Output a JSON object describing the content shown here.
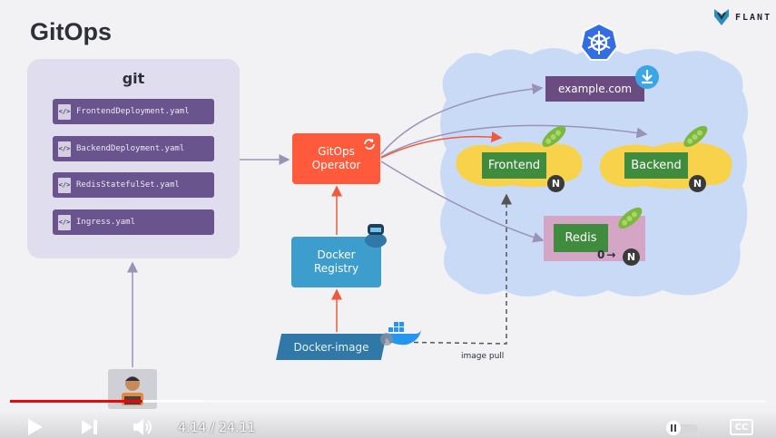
{
  "slide": {
    "title": "GitOps",
    "logo_text": "FLANT",
    "git": {
      "title": "git",
      "files": [
        "FrontendDeployment.yaml",
        "BackendDeployment.yaml",
        "RedisStatefulSet.yaml",
        "Ingress.yaml"
      ]
    },
    "operator": {
      "line1": "GitOps",
      "line2": "Operator"
    },
    "registry": {
      "line1": "Docker",
      "line2": "Registry"
    },
    "docker_image": "Docker-image",
    "image_pull": "image pull",
    "cluster": {
      "example": "example.com",
      "frontend": "Frontend",
      "backend": "Backend",
      "redis": "Redis",
      "n_badge": "N",
      "redis_scale_from": "0",
      "redis_scale_arrow": "→"
    },
    "colors": {
      "operator": "#ff5a3c",
      "registry": "#3d9dcc",
      "file": "#69548d",
      "service": "#3f8c3e",
      "pod_glow": "#f7d24a"
    }
  },
  "player": {
    "current_time": "4:14",
    "separator": "/",
    "duration": "24:11",
    "progress_fraction": 0.175,
    "cc_label": "CC",
    "icons": [
      "play-icon",
      "next-icon",
      "volume-icon",
      "autoplay-toggle",
      "captions-icon"
    ]
  }
}
